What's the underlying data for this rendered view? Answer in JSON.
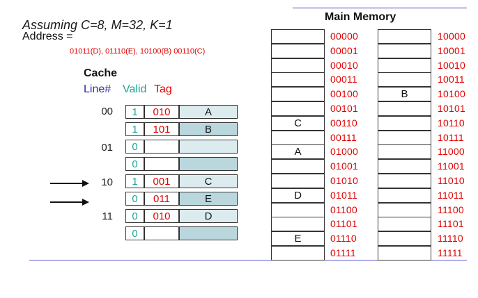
{
  "header": {
    "assumption": "Assuming C=8, M=32, K=1",
    "address_label": "Address =",
    "address_list": "01011(D),  01110(E),  10100(B)  00110(C)"
  },
  "cache": {
    "title": "Cache",
    "col_line": "Line#",
    "col_valid": "Valid",
    "col_tag": "Tag",
    "line_numbers": [
      "00",
      "01",
      "10",
      "11"
    ],
    "rows": [
      {
        "valid": "1",
        "tag": "010",
        "data": "A"
      },
      {
        "valid": "1",
        "tag": "101",
        "data": "B"
      },
      {
        "valid": "0",
        "tag": "",
        "data": ""
      },
      {
        "valid": "0",
        "tag": "",
        "data": ""
      },
      {
        "valid": "1",
        "tag": "001",
        "data": "C"
      },
      {
        "valid": "0",
        "tag": "011",
        "data": "E"
      },
      {
        "valid": "0",
        "tag": "010",
        "data": "D"
      },
      {
        "valid": "0",
        "tag": "",
        "data": ""
      }
    ]
  },
  "memory": {
    "title": "Main Memory",
    "left_cells": [
      "",
      "",
      "",
      "",
      "",
      "",
      "C",
      "",
      "A",
      "",
      "",
      "D",
      "",
      "",
      "E",
      ""
    ],
    "left_addrs": [
      "00000",
      "00001",
      "00010",
      "00011",
      "00100",
      "00101",
      "00110",
      "00111",
      "01000",
      "01001",
      "01010",
      "01011",
      "01100",
      "01101",
      "01110",
      "01111"
    ],
    "right_cells": [
      "",
      "",
      "",
      "",
      "B",
      "",
      "",
      "",
      "",
      "",
      "",
      "",
      "",
      "",
      "",
      ""
    ],
    "right_addrs": [
      "10000",
      "10001",
      "10010",
      "10011",
      "10100",
      "10101",
      "10110",
      "10111",
      "11000",
      "11001",
      "11010",
      "11011",
      "11100",
      "11101",
      "11110",
      "11111"
    ]
  }
}
